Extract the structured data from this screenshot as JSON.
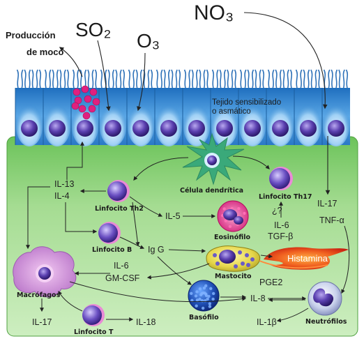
{
  "gases": {
    "so2": "SO₂",
    "o3": "O₃",
    "no3": "NO₃"
  },
  "mucus_label_line1": "Producción",
  "mucus_label_line2": "de moco",
  "tissue_label_line1": "Tejido sensibilizado",
  "tissue_label_line2": "o asmático",
  "cells": {
    "dendritic": "Célula dendrítica",
    "th2": "Linfocito Th2",
    "th17": "Linfocito Th17",
    "b_cell": "Linfocito B",
    "eosinophil": "Eosinófilo",
    "mast_cell": "Mastocito",
    "macrophage": "Macrófagos",
    "basophil": "Basófilo",
    "t_cell": "Linfocito T",
    "neutrophil": "Neutrófilos"
  },
  "mediators": {
    "il13": "IL-13",
    "il4": "IL-4",
    "il5": "IL-5",
    "igg": "Ig G",
    "il6_left": "IL-6",
    "gmcsf": "GM-CSF",
    "q": "¿?",
    "il6_right": "IL-6",
    "tgfb": "TGF-β",
    "histamine": "Histamina",
    "il17_right": "IL-17",
    "tnfa": "TNF-α",
    "pge2": "PGE2",
    "il8": "IL-8",
    "il1b": "IL-1β",
    "il17_left": "IL-17",
    "il18": "IL-18"
  },
  "colors": {
    "tissue_green": "#8fd17b",
    "epithelium_blue": "#3f8fd3",
    "cilia_blue": "#2f72b8",
    "nucleus_purple": "#5a3fa0",
    "eosinophil_pink": "#e0207f",
    "histamine_red": "#e8401e"
  }
}
